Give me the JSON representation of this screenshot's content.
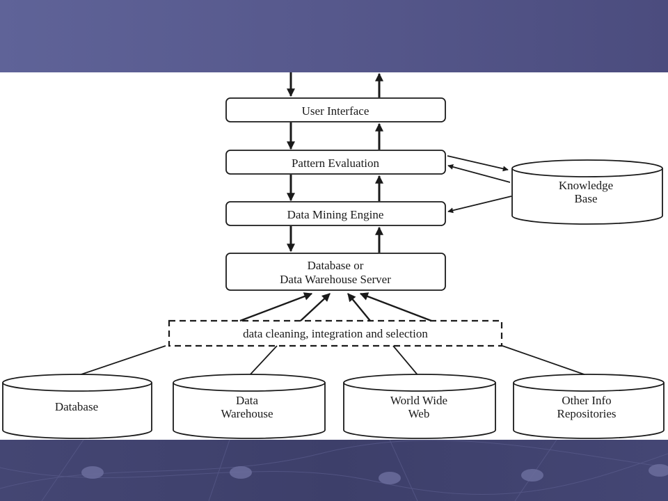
{
  "diagram": {
    "boxes": {
      "user_interface": "User Interface",
      "pattern_evaluation": "Pattern Evaluation",
      "data_mining_engine": "Data Mining Engine",
      "server_line1": "Database or",
      "server_line2": "Data Warehouse Server"
    },
    "knowledge_base": {
      "line1": "Knowledge",
      "line2": "Base"
    },
    "preprocessing": "data cleaning, integration and selection",
    "sources": [
      {
        "line1": "Database",
        "line2": ""
      },
      {
        "line1": "Data",
        "line2": "Warehouse"
      },
      {
        "line1": "World Wide",
        "line2": "Web"
      },
      {
        "line1": "Other Info",
        "line2": "Repositories"
      }
    ]
  },
  "colors": {
    "band_top": "#5f6398",
    "band_bottom": "#3d3f6a",
    "stroke": "#1a1a1a",
    "canvas": "#ffffff"
  }
}
